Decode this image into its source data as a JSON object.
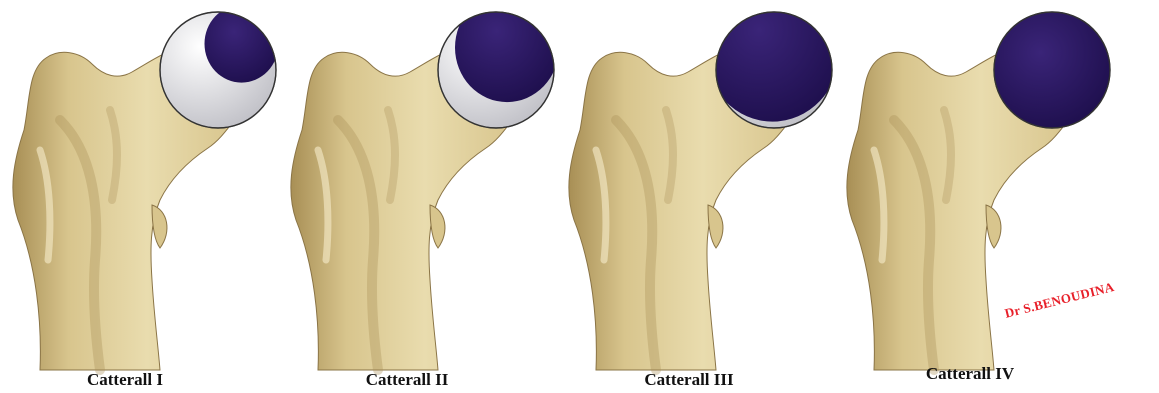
{
  "colors": {
    "bone_light": "#e9dcae",
    "bone_mid": "#d8c58d",
    "bone_shadow": "#a88f55",
    "bone_outline": "#8a7446",
    "cartilage": "#e2e2e6",
    "cartilage_edge": "#ffffff",
    "necrosis": "#3a2478",
    "necrosis_dark": "#1e0f4d",
    "signature": "#e8202a"
  },
  "stages": [
    {
      "label": "Catterall I",
      "necrosis_fraction": 0.25
    },
    {
      "label": "Catterall II",
      "necrosis_fraction": 0.5
    },
    {
      "label": "Catterall III",
      "necrosis_fraction": 0.75
    },
    {
      "label": "Catterall IV",
      "necrosis_fraction": 1.0
    }
  ],
  "signature": "Dr S.BENOUDINA"
}
